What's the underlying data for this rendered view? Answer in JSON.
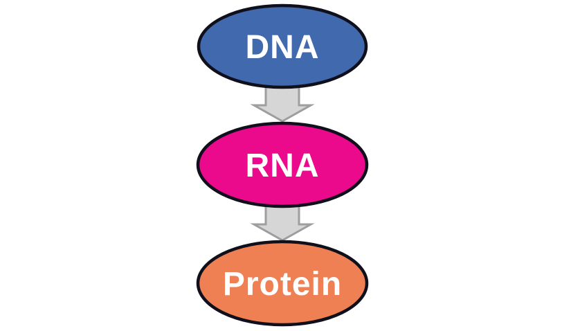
{
  "diagram": {
    "name": "central-dogma-flow",
    "background_color": "#ffffff",
    "nodes": [
      {
        "id": "dna",
        "label": "DNA",
        "fill": "#4069ae",
        "stroke": "#10101c",
        "text_color": "#ffffff"
      },
      {
        "id": "rna",
        "label": "RNA",
        "fill": "#eb0a8c",
        "stroke": "#10101c",
        "text_color": "#ffffff"
      },
      {
        "id": "protein",
        "label": "Protein",
        "fill": "#ef8054",
        "stroke": "#10101c",
        "text_color": "#ffffff"
      }
    ],
    "arrows": [
      {
        "from": "DNA",
        "to": "RNA",
        "direction": "down",
        "fill": "#d6d6d6",
        "stroke": "#9e9e9e"
      },
      {
        "from": "RNA",
        "to": "Protein",
        "direction": "down",
        "fill": "#d6d6d6",
        "stroke": "#9e9e9e"
      }
    ]
  }
}
